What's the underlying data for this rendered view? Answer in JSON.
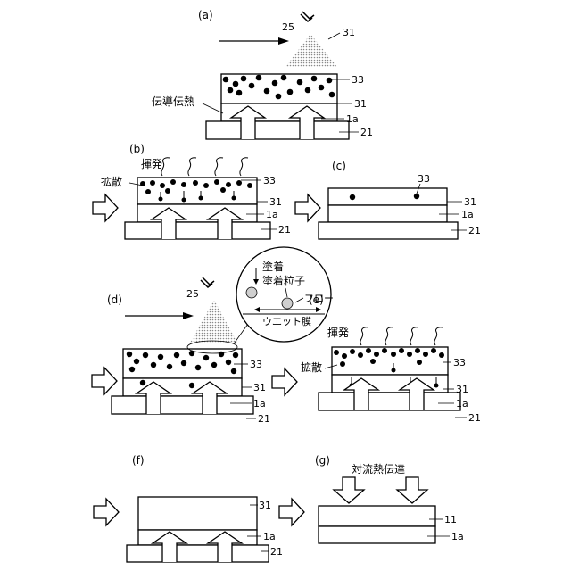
{
  "panels": {
    "a": {
      "label": "(a)"
    },
    "b": {
      "label": "(b)"
    },
    "c": {
      "label": "(c)"
    },
    "d": {
      "label": "(d)"
    },
    "e": {
      "label": "(e)"
    },
    "f": {
      "label": "(f)"
    },
    "g": {
      "label": "(g)"
    }
  },
  "labels": {
    "nozzle": "25",
    "spray": "31",
    "wet_film": "31",
    "particle_layer": "33",
    "substrate_top": "1a",
    "stage": "21",
    "final_film": "11",
    "conduction_heat": "伝導伝熱",
    "volatilize": "揮発",
    "diffusion": "拡散",
    "coating": "塗着",
    "coated_particle": "塗着粒子",
    "flow": "フロー",
    "wet_film_label": "ウエット膜",
    "convection_heat": "対流熱伝達"
  }
}
